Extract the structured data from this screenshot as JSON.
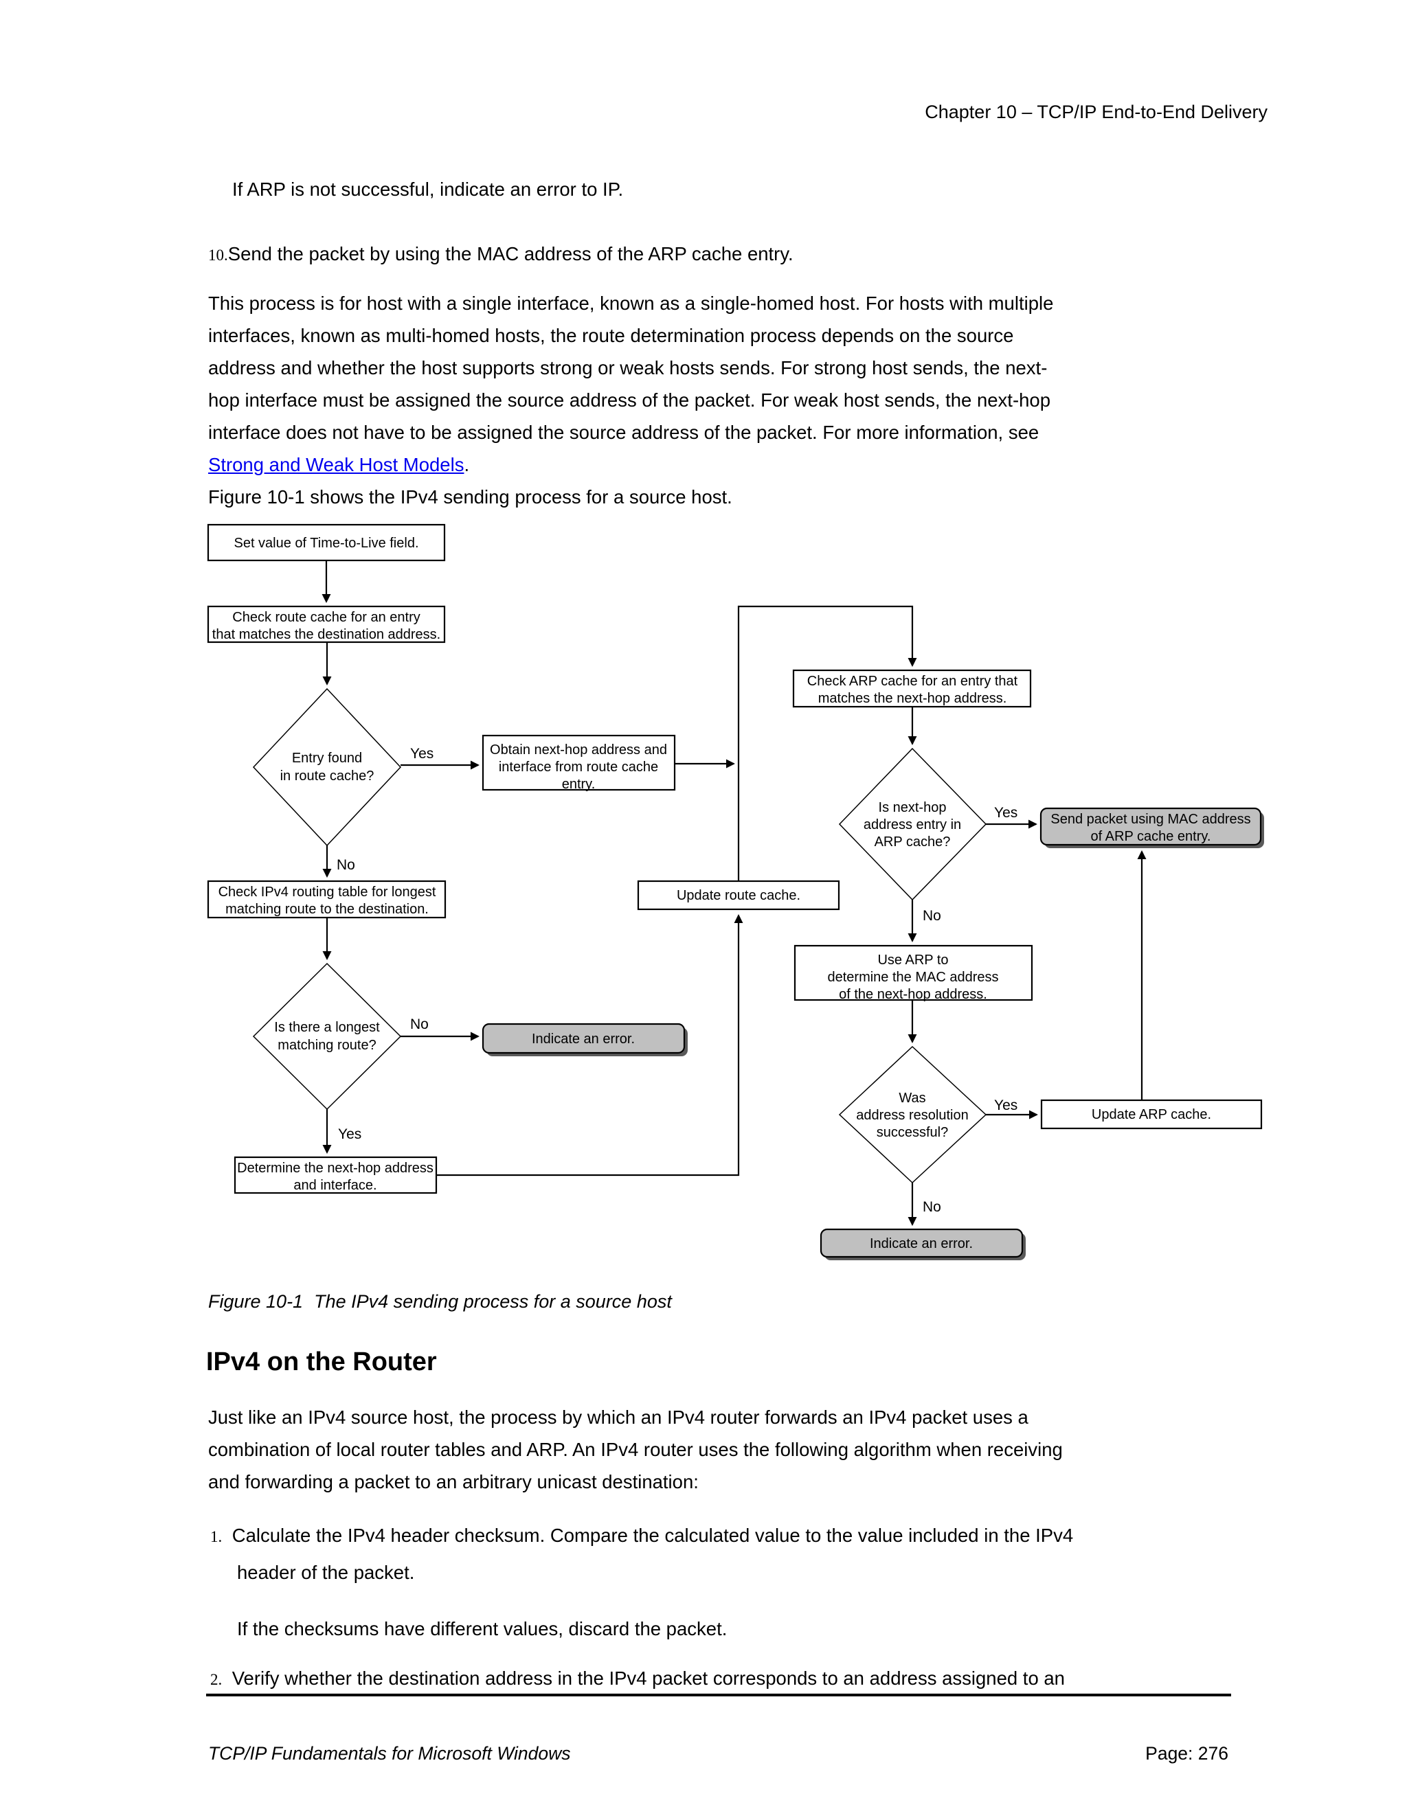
{
  "page": {
    "header": "Chapter 10 – TCP/IP End-to-End Delivery",
    "footer_left": "TCP/IP Fundamentals for Microsoft Windows",
    "footer_right": "Page: 276"
  },
  "content": {
    "arp_note": "If ARP is not successful, indicate an error to IP.",
    "step10_num": "10.",
    "step10_text": "Send the packet by using the MAC address of the ARP cache entry.",
    "para1_lines": [
      "This process is for host with a single interface, known as a single-homed host. For hosts with multiple",
      "interfaces, known as multi-homed hosts, the route determination process depends on the source",
      "address and whether the host supports strong or weak hosts sends. For strong host sends, the next-",
      "hop interface must be assigned the source address of the packet. For weak host sends, the next-hop",
      "interface does not have to be assigned the source address of the packet. For more information, see"
    ],
    "para1_link": "Strong and Weak Host Models",
    "para1_after_link": ".",
    "figure_intro": "Figure 10-1 shows the IPv4 sending process for a source host.",
    "figure_caption_prefix": "Figure 10-1",
    "figure_caption_text": "The IPv4 sending process for a source host",
    "section_heading": "IPv4 on the Router",
    "para2_lines": [
      "Just like an IPv4 source host, the process by which an IPv4 router forwards an IPv4 packet uses a",
      "combination of local router tables and ARP. An IPv4 router uses the following algorithm when receiving",
      "and forwarding a packet to an arbitrary unicast destination:"
    ],
    "item1_num": "1.",
    "item1_line1": "Calculate the IPv4 header checksum. Compare the calculated value to the value included in the IPv4",
    "item1_line2": "header of the packet.",
    "item1_note": "If the checksums have different values, discard the packet.",
    "item2_num": "2.",
    "item2_line": "Verify whether the destination address in the IPv4 packet corresponds to an address assigned to an"
  },
  "flowchart": {
    "nodes": {
      "set_ttl": {
        "lines": [
          "Set value of Time-to-Live field."
        ]
      },
      "check_route_cache": {
        "lines": [
          "Check route cache for an entry",
          "that matches the destination address."
        ]
      },
      "entry_found": {
        "lines": [
          "Entry found",
          "in route cache?"
        ]
      },
      "obtain_next_hop": {
        "lines": [
          "Obtain next-hop address and",
          "interface from route cache",
          "entry."
        ]
      },
      "check_routing_table": {
        "lines": [
          "Check IPv4 routing table for longest",
          "matching route to the destination."
        ]
      },
      "longest_match": {
        "lines": [
          "Is there a longest",
          "matching route?"
        ]
      },
      "indicate_error_1": {
        "lines": [
          "Indicate an error."
        ]
      },
      "determine_next_hop": {
        "lines": [
          "Determine the next-hop address",
          "and interface."
        ]
      },
      "update_route_cache": {
        "lines": [
          "Update route cache."
        ]
      },
      "check_arp_cache": {
        "lines": [
          "Check ARP cache for an entry that",
          "matches the next-hop address."
        ]
      },
      "arp_entry": {
        "lines": [
          "Is next-hop",
          "address entry in",
          "ARP cache?"
        ]
      },
      "send_packet": {
        "lines": [
          "Send packet using MAC address",
          "of ARP cache entry."
        ]
      },
      "use_arp": {
        "lines": [
          "Use ARP to",
          "determine the MAC address",
          "of the next-hop address."
        ]
      },
      "resolution_ok": {
        "lines": [
          "Was",
          "address resolution",
          "successful?"
        ]
      },
      "update_arp_cache": {
        "lines": [
          "Update ARP cache."
        ]
      },
      "indicate_error_2": {
        "lines": [
          "Indicate an error."
        ]
      }
    },
    "edge_labels": {
      "entry_found_yes": "Yes",
      "entry_found_no": "No",
      "longest_match_no": "No",
      "longest_match_yes": "Yes",
      "arp_entry_yes": "Yes",
      "arp_entry_no": "No",
      "resolution_yes": "Yes",
      "resolution_no": "No"
    },
    "colors": {
      "terminal_fill": "#c0c0c0",
      "node_fill": "#ffffff",
      "line_color": "#000000"
    }
  }
}
